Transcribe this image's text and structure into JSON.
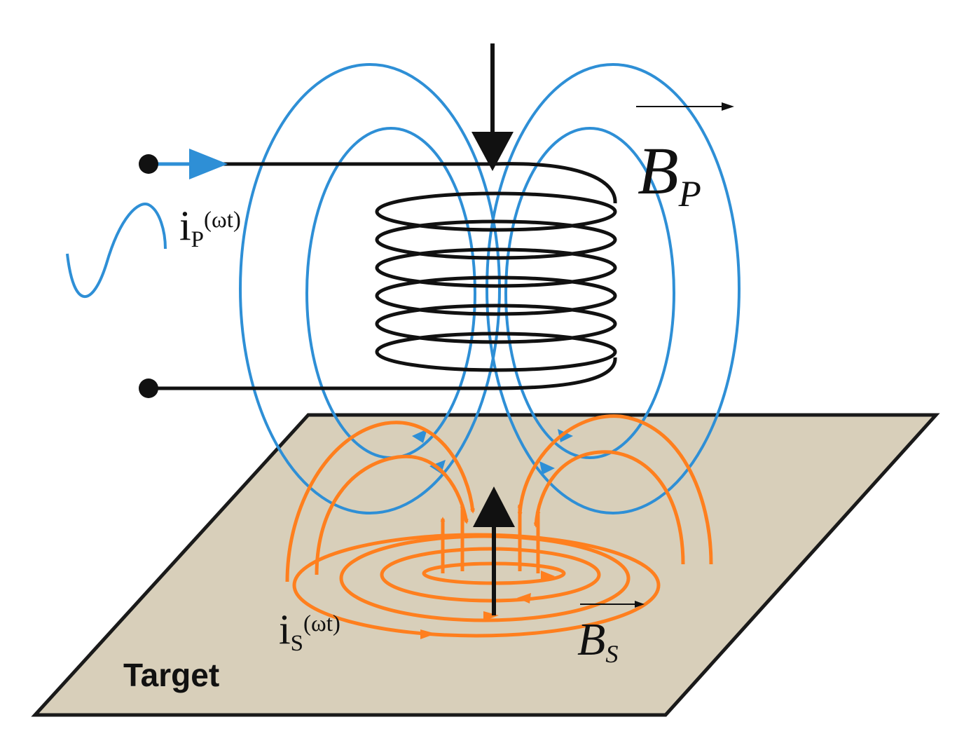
{
  "labels": {
    "primary_current": {
      "base": "i",
      "sub": "P",
      "sup": "(ωt)"
    },
    "secondary_current": {
      "base": "i",
      "sub": "S",
      "sup": "(ωt)"
    },
    "primary_field": {
      "base": "B",
      "sub": "P"
    },
    "secondary_field": {
      "base": "B",
      "sub": "S"
    },
    "target": "Target"
  },
  "colors": {
    "primary_field": "#2e8fd6",
    "secondary_field": "#ff7f1e",
    "coil": "#111111",
    "target_fill": "#d8cfba",
    "target_stroke": "#1a1a1a"
  }
}
